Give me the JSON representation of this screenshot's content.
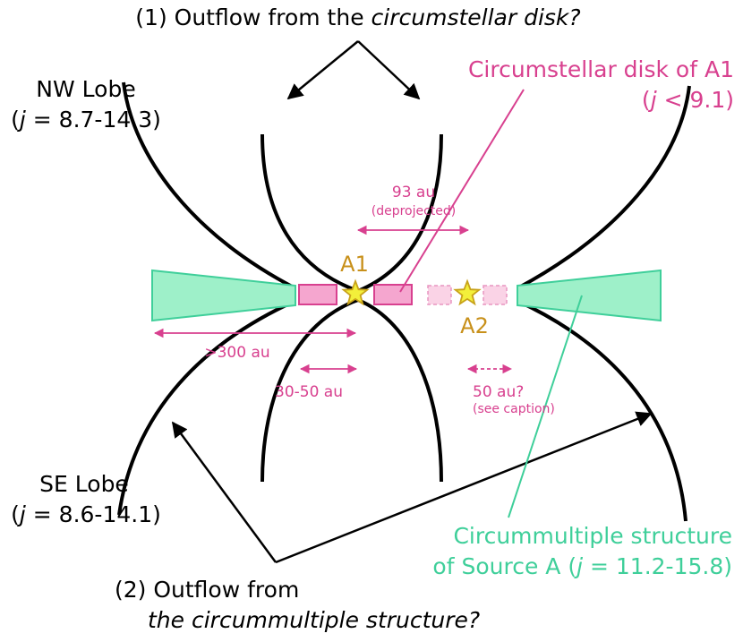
{
  "colors": {
    "outline": "#000000",
    "disk": "#d8408f",
    "disk_fill": "#f5a6cf",
    "disk_fill_light": "#fad3e6",
    "structure": "#3fcf9a",
    "structure_fill": "#9ef0c9",
    "star_fill": "#f3ef3a",
    "star_stroke": "#c8a21a",
    "source_label": "#c8901a"
  },
  "outflow1": {
    "prefix": "(1) Outflow from the ",
    "emphasis": "circumstellar disk?"
  },
  "nw_lobe": {
    "title": "NW Lobe",
    "j_paren_open": "(",
    "j_symbol": "j",
    "j_range": " = 8.7-14.3)"
  },
  "se_lobe": {
    "title": "SE Lobe",
    "j_paren_open": "(",
    "j_symbol": "j",
    "j_range": " = 8.6-14.1)"
  },
  "disk_label": {
    "title": "Circumstellar disk of A1",
    "j_paren_open": "(",
    "j_symbol": "j",
    "j_range": " < 9.1)"
  },
  "structure_label": {
    "line1": "Circummultiple structure",
    "line2_prefix": "of Source A (",
    "j_symbol": "j",
    "j_range": " = 11.2-15.8)"
  },
  "outflow2": {
    "line1": "(2) Outflow from",
    "line2": "the circummultiple structure?"
  },
  "sources": {
    "a1": "A1",
    "a2": "A2"
  },
  "measurements": {
    "disk_span": "93 au",
    "disk_span_note": "(deprojected)",
    "outer_span": ">300 au",
    "inner_span": "30-50 au",
    "separation": "50 au?",
    "separation_note": "(see caption)"
  }
}
